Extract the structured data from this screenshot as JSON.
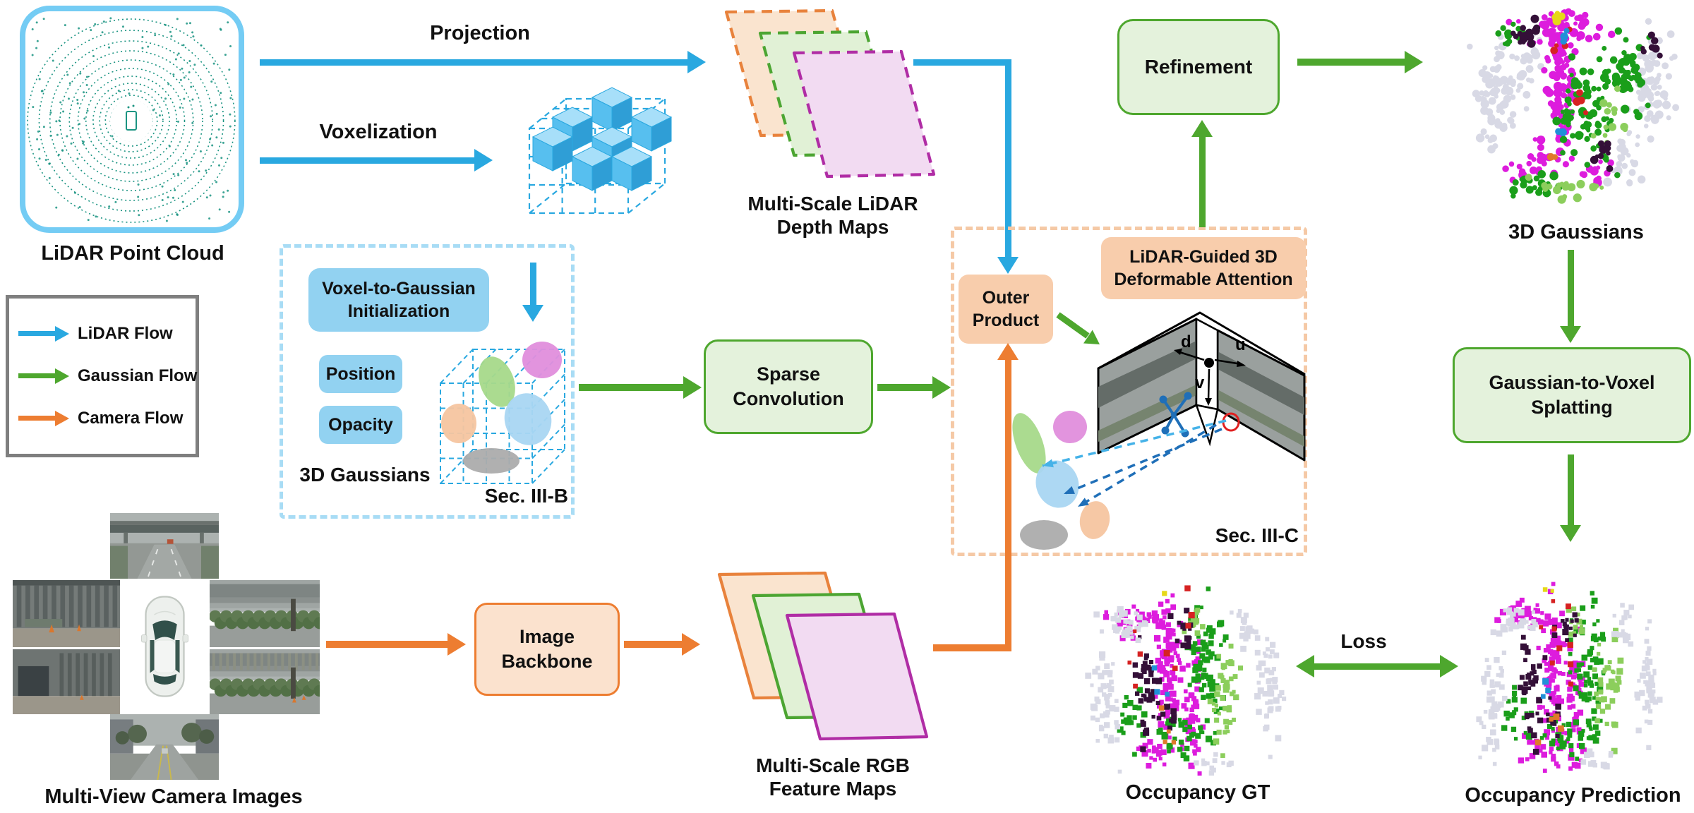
{
  "nodes": {
    "lidar_point_cloud": {
      "label": "LiDAR Point Cloud"
    },
    "projection": {
      "label": "Projection"
    },
    "voxelization": {
      "label": "Voxelization"
    },
    "depth_maps": {
      "line1": "Multi-Scale LiDAR",
      "line2": "Depth Maps"
    },
    "voxel_to_gaussian": {
      "line1": "Voxel-to-Gaussian",
      "line2": "Initialization"
    },
    "position": {
      "label": "Position"
    },
    "opacity": {
      "label": "Opacity"
    },
    "gaussians_3d_inner": {
      "label": "3D Gaussians"
    },
    "sec_iii_b": {
      "label": "Sec. III-B"
    },
    "sparse_convolution": {
      "line1": "Sparse",
      "line2": "Convolution"
    },
    "outer_product": {
      "line1": "Outer",
      "line2": "Product"
    },
    "lidar_guided_attention": {
      "line1": "LiDAR-Guided 3D",
      "line2": "Deformable Attention"
    },
    "sec_iii_c": {
      "label": "Sec. III-C",
      "axis_d": "d",
      "axis_u": "u",
      "axis_v": "v"
    },
    "refinement": {
      "label": "Refinement"
    },
    "gaussians_3d": {
      "label": "3D Gaussians"
    },
    "gaussian_to_voxel": {
      "line1": "Gaussian-to-Voxel",
      "line2": "Splatting"
    },
    "image_backbone": {
      "line1": "Image",
      "line2": "Backbone"
    },
    "rgb_maps": {
      "line1": "Multi-Scale RGB",
      "line2": "Feature Maps"
    },
    "multi_view": {
      "label": "Multi-View Camera Images"
    },
    "occupancy_gt": {
      "label": "Occupancy GT"
    },
    "occupancy_pred": {
      "label": "Occupancy Prediction"
    },
    "loss": {
      "label": "Loss"
    }
  },
  "legend": {
    "items": [
      {
        "label": "LiDAR Flow",
        "color": "#29A8E0"
      },
      {
        "label": "Gaussian Flow",
        "color": "#4EA72E"
      },
      {
        "label": "Camera Flow",
        "color": "#ED7D31"
      }
    ]
  },
  "colors": {
    "lidar_flow": "#29A8E0",
    "gaussian_flow": "#4EA72E",
    "camera_flow": "#ED7D31",
    "blue_fill": "#92D2F1",
    "dashed_blue": "#A8DCF5",
    "green_fill": "#E4F2DC",
    "orange_fill": "#F8CDAC",
    "orange_soft_fill": "#FBE2CE",
    "dashed_orange": "#F5C9A6",
    "magenta_sheet": "#B02DA5",
    "teal_points": "#1B9482"
  }
}
